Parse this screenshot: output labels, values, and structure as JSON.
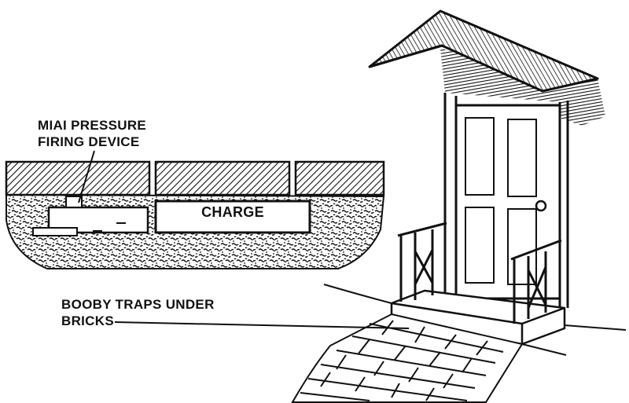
{
  "labels": {
    "device_line1": "MIAI PRESSURE",
    "device_line2": "FIRING DEVICE",
    "charge": "CHARGE",
    "traps_line1": "BOOBY TRAPS UNDER",
    "traps_line2": "BRICKS"
  },
  "colors": {
    "ink": "#111111",
    "paper": "#ffffff"
  }
}
